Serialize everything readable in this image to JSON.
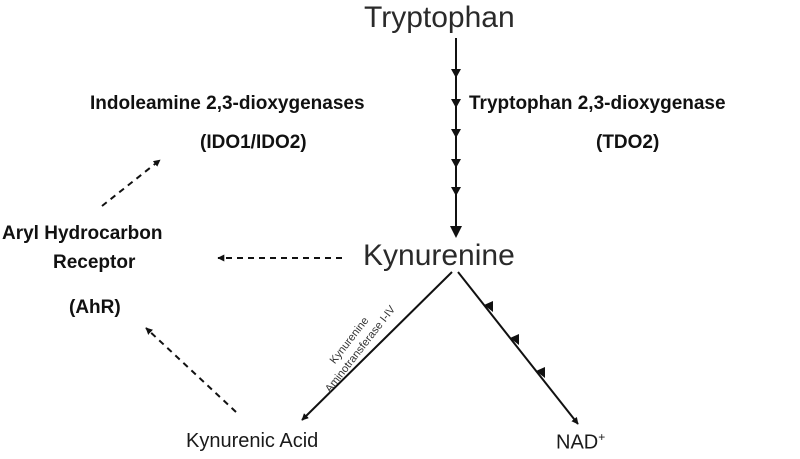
{
  "nodes": {
    "tryptophan": "Tryptophan",
    "kynurenine": "Kynurenine",
    "kynurenic_acid": "Kynurenic Acid",
    "nad_base": "NAD",
    "nad_sup": "+"
  },
  "enzymes": {
    "ido_name": "Indoleamine 2,3-dioxygenases",
    "ido_abbr": "(IDO1/IDO2)",
    "tdo_name": "Tryptophan 2,3-dioxygenase",
    "tdo_abbr": "(TDO2)",
    "kat_line1": "Kynurenine",
    "kat_line2": "Aminotransferase I-IV"
  },
  "receptor": {
    "line1": "Aryl Hydrocarbon",
    "line2": "Receptor",
    "abbr": "(AhR)"
  }
}
